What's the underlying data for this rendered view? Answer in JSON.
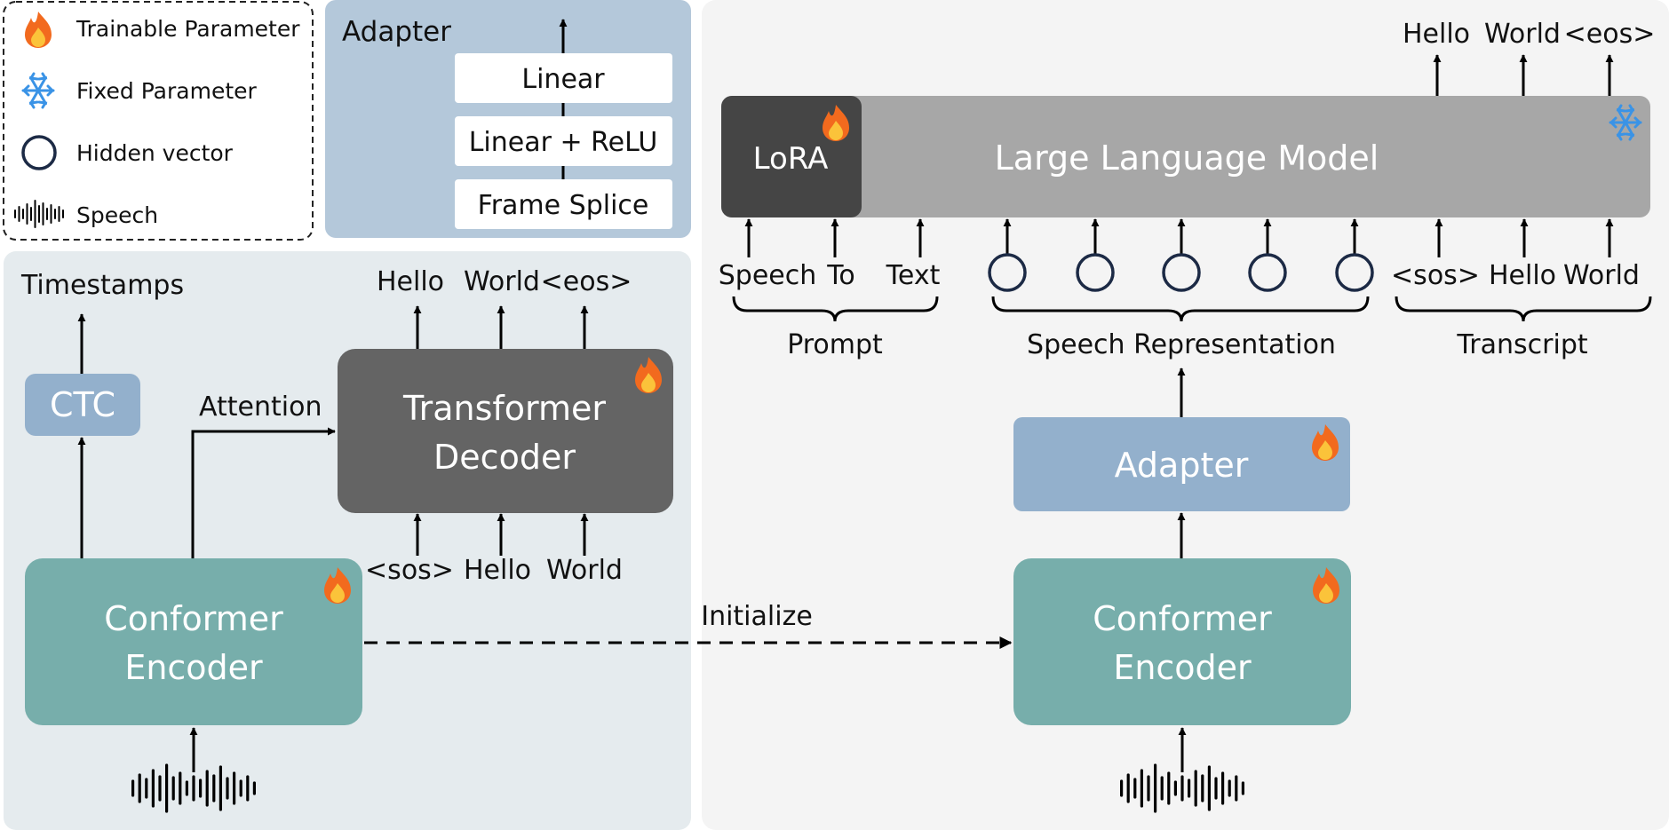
{
  "legend": {
    "trainable": "Trainable Parameter",
    "fixed": "Fixed Parameter",
    "hidden": "Hidden vector",
    "speech": "Speech"
  },
  "adapter_detail": {
    "title": "Adapter",
    "layers": [
      "Linear",
      "Linear + ReLU",
      "Frame Splice"
    ]
  },
  "left_model": {
    "timestamps": "Timestamps",
    "ctc": "CTC",
    "attention": "Attention",
    "decoder": [
      "Transformer",
      "Decoder"
    ],
    "decoder_outputs": [
      "Hello",
      "World",
      "<eos>"
    ],
    "decoder_inputs": [
      "<sos>",
      "Hello",
      "World"
    ],
    "encoder": [
      "Conformer",
      "Encoder"
    ]
  },
  "initialize": "Initialize",
  "right_model": {
    "outputs": [
      "Hello",
      "World",
      "<eos>"
    ],
    "lora": "LoRA",
    "llm": "Large Language Model",
    "prompt_tokens": [
      "Speech",
      "To",
      "Text"
    ],
    "transcript_tokens": [
      "<sos>",
      "Hello",
      "World"
    ],
    "prompt_label": "Prompt",
    "speech_repr_label": "Speech Representation",
    "transcript_label": "Transcript",
    "adapter": "Adapter",
    "encoder": [
      "Conformer",
      "Encoder"
    ]
  },
  "colors": {
    "adapter_panel": "#b4c8da",
    "left_panel": "#e5ebee",
    "right_panel": "#f4f4f4",
    "teal": "#77aeab",
    "blue_box": "#93b0cc",
    "dark_box": "#646464",
    "lora_box": "#454545",
    "llm_box": "#a7a7a7",
    "snowflake": "#3a93e6",
    "flame_outer": "#f26a1e",
    "flame_inner": "#fbc33a"
  }
}
